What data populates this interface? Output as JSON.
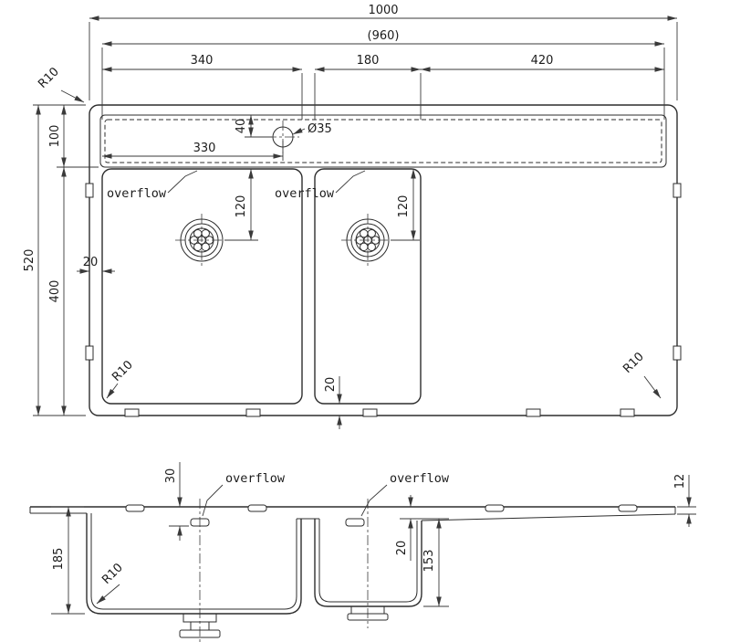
{
  "top": {
    "overall_width": "1000",
    "inner_width": "(960)",
    "left_bowl_width": "340",
    "middle_width": "180",
    "drainboard_width": "420",
    "rim_depth": "100",
    "overall_depth": "520",
    "bowl_depth": "400",
    "tap_hole_setback": "40",
    "tap_hole_diameter": "Ø35",
    "tap_hole_offset": "330",
    "overflow_left": "overflow",
    "overflow_right": "overflow",
    "drain_setback_left": "120",
    "drain_setback_right": "120",
    "side_clearance": "20",
    "bottom_clearance": "20",
    "radius_top_left": "R10",
    "radius_bottom_left": "R10",
    "radius_bottom_right": "R10"
  },
  "section": {
    "overflow_drop": "30",
    "overflow_left": "overflow",
    "overflow_right": "overflow",
    "edge_height": "12",
    "left_bowl_depth": "185",
    "bottom_radius": "R10",
    "step_height": "20",
    "right_bowl_depth": "153"
  }
}
